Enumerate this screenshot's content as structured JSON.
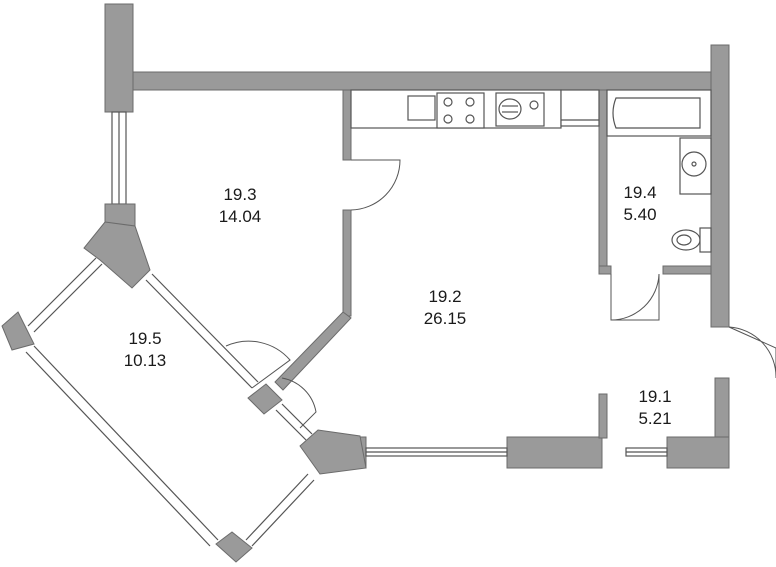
{
  "rooms": [
    {
      "id": "19.3",
      "area": "14.04"
    },
    {
      "id": "19.2",
      "area": "26.15"
    },
    {
      "id": "19.4",
      "area": "5.40"
    },
    {
      "id": "19.5",
      "area": "10.13"
    },
    {
      "id": "19.1",
      "area": "5.21"
    }
  ],
  "colors": {
    "wall": "#9a9a9a",
    "line": "#555555",
    "background": "#ffffff"
  },
  "icons": [
    "bathtub-icon",
    "sink-icon",
    "toilet-icon",
    "stove-icon",
    "kitchen-sink-icon"
  ]
}
